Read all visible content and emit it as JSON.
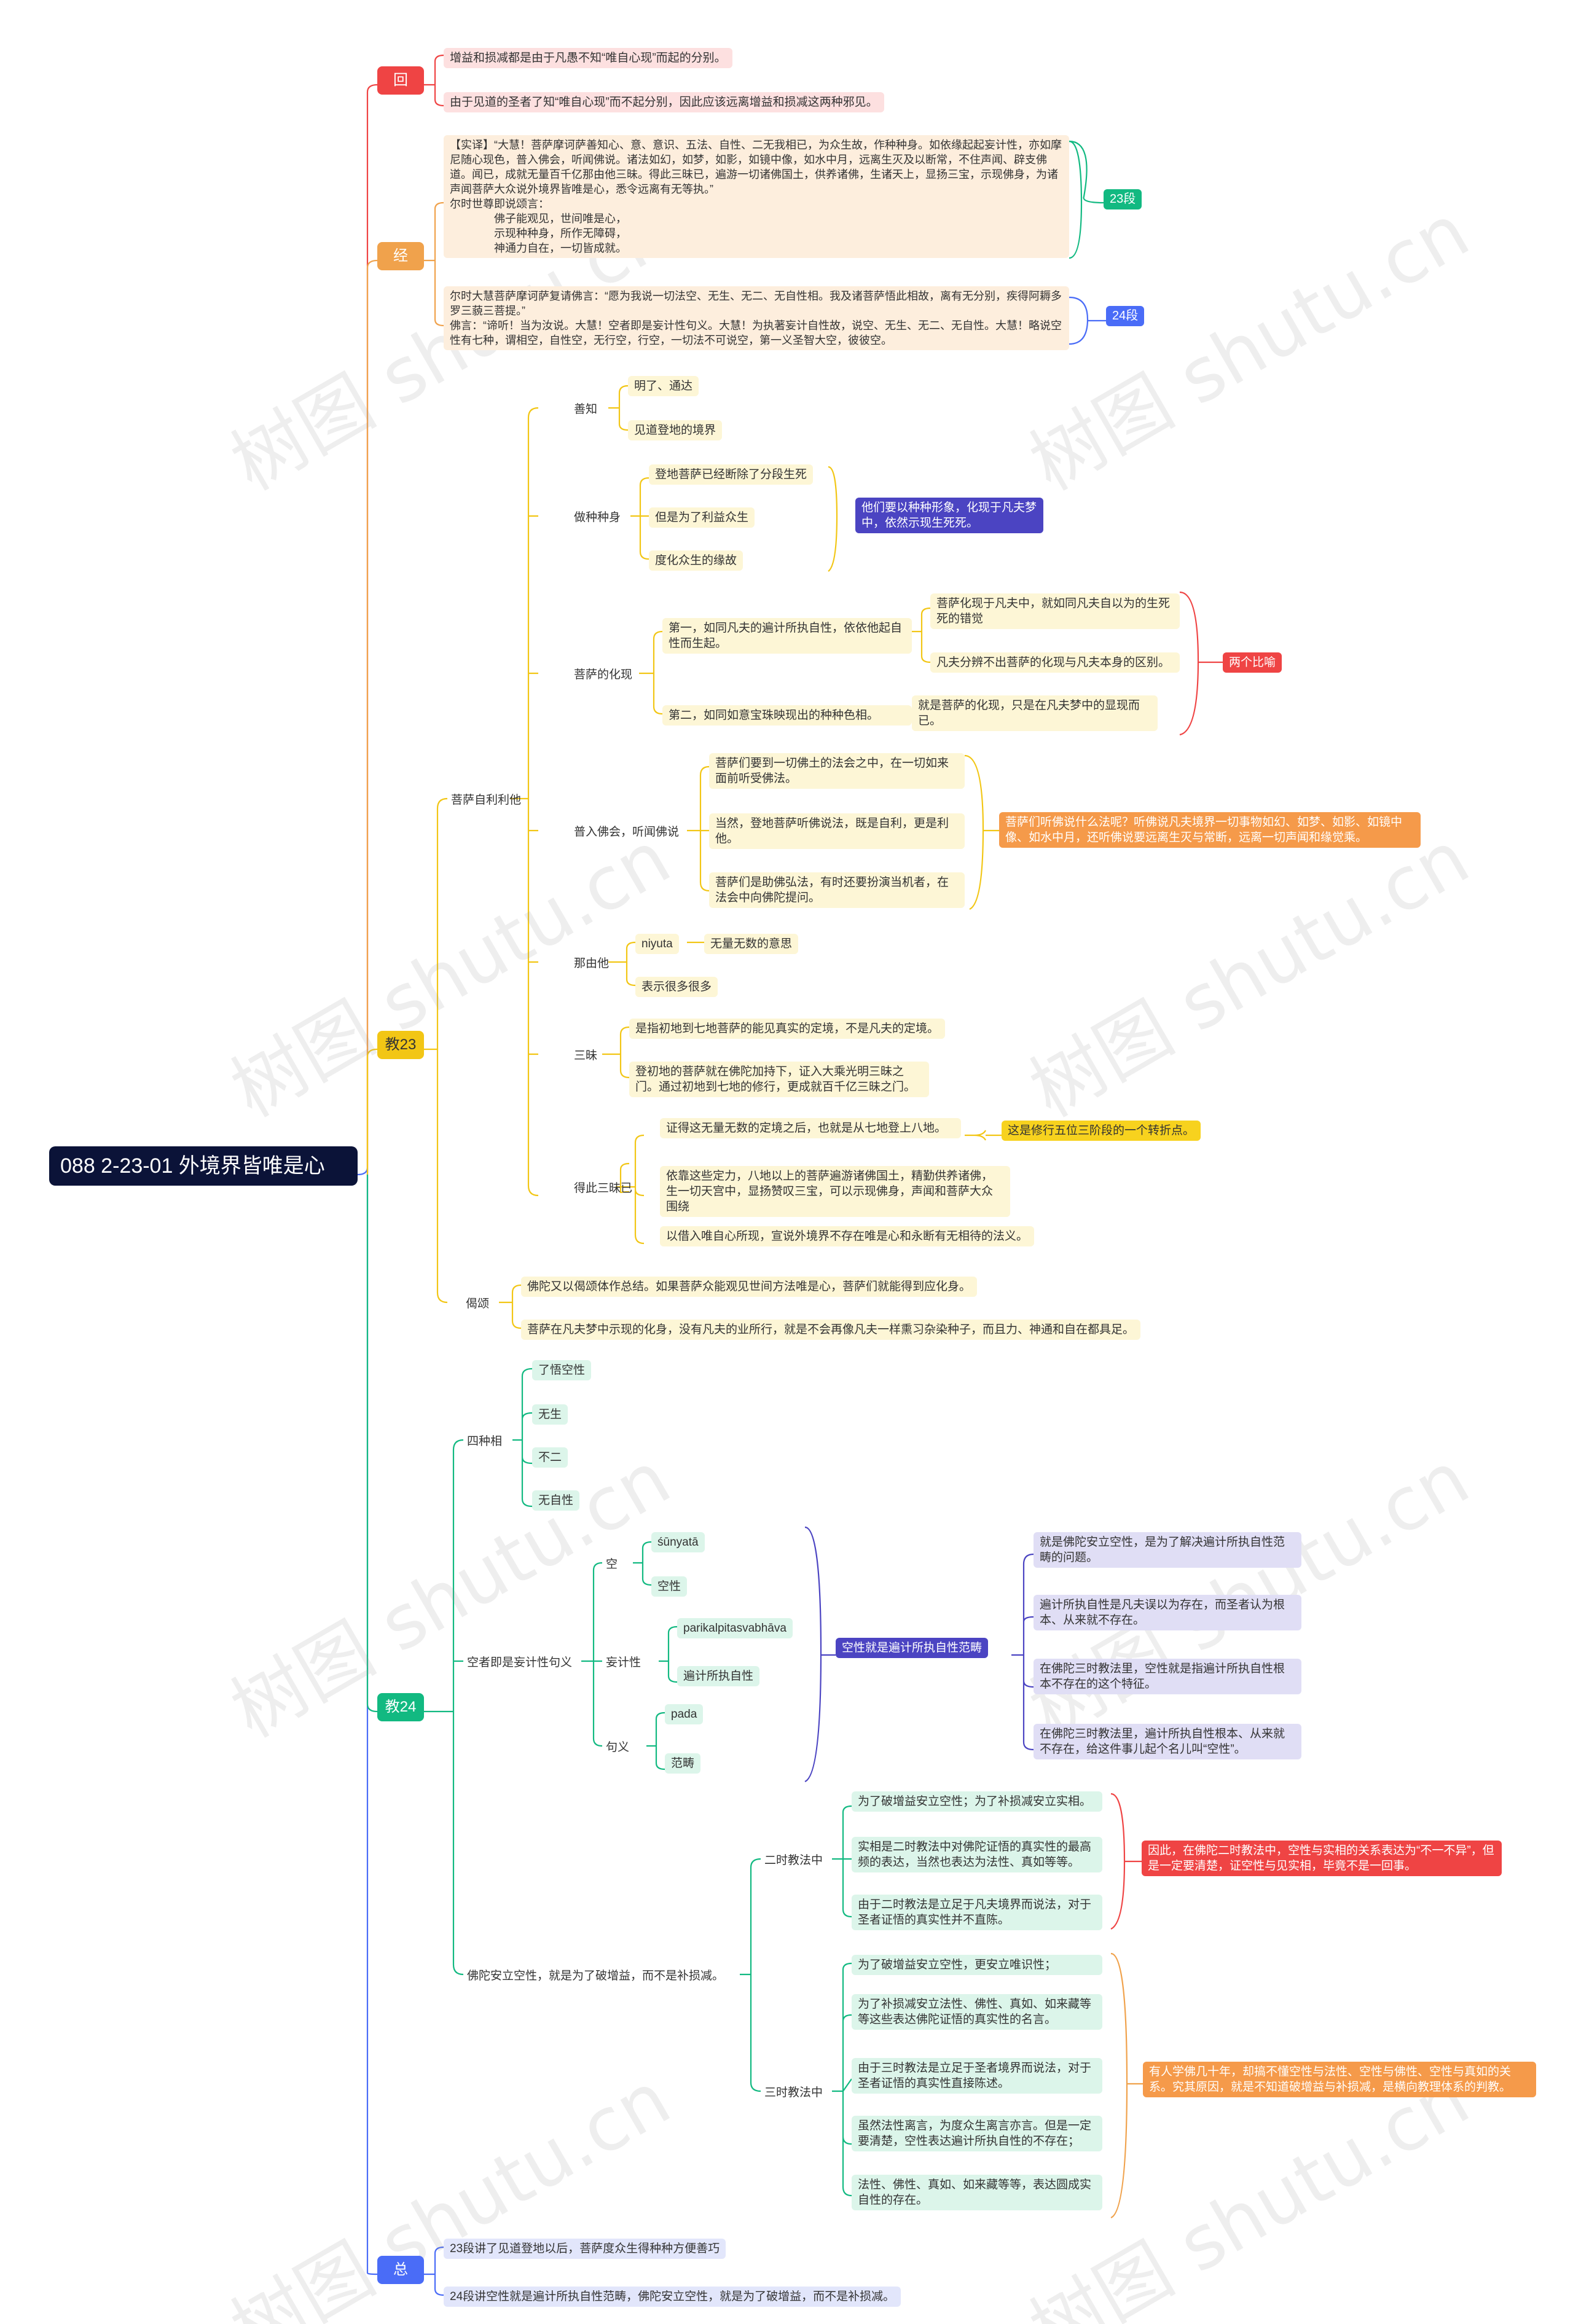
{
  "root": "088 2-23-01 外境界皆唯是心",
  "branches": {
    "hui": {
      "label": "回",
      "items": [
        "增益和损减都是由于凡愚不知“唯自心现”而起的分别。",
        "由于见道的圣者了知“唯自心现”而不起分别，因此应该远离增益和损减这两种邪见。"
      ]
    },
    "jing": {
      "label": "经",
      "p1": "【实译】“大慧！菩萨摩诃萨善知心、意、意识、五法、自性、二无我相已，为众生故，作种种身。如依缘起起妄计性，亦如摩尼随心现色，普入佛会，听闻佛说。诸法如幻，如梦，如影，如镜中像，如水中月，远离生灭及以断常，不住声闻、辟支佛道。闻已，成就无量百千亿那由他三昧。得此三昧已，遍游一切诸佛国土，供养诸佛，生诸天上，显扬三宝，示现佛身，为诸声闻菩萨大众说外境界皆唯是心，悉令远离有无等执。”\n尔时世尊即说颂言：\n　　　　佛子能观见，世间唯是心，\n　　　　示现种种身，所作无障碍，\n　　　　神通力自在，一切皆成就。",
      "tag1": "23段",
      "p2": "尔时大慧菩萨摩诃萨复请佛言：“愿为我说一切法空、无生、无二、无自性相。我及诸菩萨悟此相故，离有无分别，疾得阿耨多罗三藐三菩提。”\n佛言：“谛听！当为汝说。大慧！空者即是妄计性句义。大慧！为执著妄计自性故，说空、无生、无二、无自性。大慧！略说空性有七种，谓相空，自性空，无行空，行空，一切法不可说空，第一义圣智大空，彼彼空。",
      "tag2": "24段"
    },
    "jiao23": {
      "label": "教23",
      "a": "菩萨自利利他",
      "shanzhi": {
        "label": "善知",
        "items": [
          "明了、通达",
          "见道登地的境界"
        ]
      },
      "zuo": {
        "label": "做种种身",
        "items": [
          "登地菩萨已经断除了分段生死",
          "但是为了利益众生",
          "度化众生的缘故"
        ],
        "note": "他们要以种种形象，化现于凡夫梦中，依然示现生死死。"
      },
      "huahua": {
        "label": "菩萨的化现",
        "d1": "第一，如同凡夫的遍计所执自性，依依他起自性而生起。",
        "d1a": "菩萨化现于凡夫中，就如同凡夫自以为的生死死的错觉",
        "d1b": "凡夫分辨不出菩萨的化现与凡夫本身的区别。",
        "d2": "第二，如同如意宝珠映现出的种种色相。",
        "d2a": "就是菩萨的化现，只是在凡夫梦中的显现而已。",
        "note": "两个比喻"
      },
      "puru": {
        "label": "普入佛会，听闻佛说",
        "items": [
          "菩萨们要到一切佛土的法会之中，在一切如来面前听受佛法。",
          "当然，登地菩萨听佛说法，既是自利，更是利他。",
          "菩萨们是助佛弘法，有时还要扮演当机者，在法会中向佛陀提问。"
        ],
        "note": "菩萨们听佛说什么法呢？听佛说凡夫境界一切事物如幻、如梦、如影、如镜中像、如水中月，还听佛说要远离生灭与常断，远离一切声闻和缘觉乘。"
      },
      "nayou": {
        "label": "那由他",
        "n1": "niyuta",
        "n1a": "无量无数的意思",
        "n2": "表示很多很多"
      },
      "sanmei": {
        "label": "三昧",
        "items": [
          "是指初地到七地菩萨的能见真实的定境，不是凡夫的定境。",
          "登初地的菩萨就在佛陀加持下，证入大乘光明三昧之门。通过初地到七地的修行，更成就百千亿三昧之门。"
        ]
      },
      "de": {
        "label": "得此三昧已",
        "items": [
          "证得这无量无数的定境之后，也就是从七地登上八地。",
          "依靠这些定力，八地以上的菩萨遍游诸佛国土，精勤供养诸佛，生一切天宫中，显扬赞叹三宝，可以示现佛身，声闻和菩萨大众围绕",
          "以借入唯自心所现，宣说外境界不存在唯是心和永断有无相待的法义。"
        ],
        "note": "这是修行五位三阶段的一个转折点。"
      },
      "jisong": {
        "label": "偈颂",
        "items": [
          "佛陀又以偈颂体作总结。如果菩萨众能观见世间方法唯是心，菩萨们就能得到应化身。",
          "菩萨在凡夫梦中示现的化身，没有凡夫的业所行，就是不会再像凡夫一样熏习杂染种子，而且力、神通和自在都具足。"
        ]
      }
    },
    "jiao24": {
      "label": "教24",
      "sizhong": {
        "label": "四种相",
        "items": [
          "了悟空性",
          "无生",
          "不二",
          "无自性"
        ]
      },
      "kong": {
        "label": "空者即是妄计性句义",
        "k1": "空",
        "k1a": "śūnyatā",
        "k1b": "空性",
        "k2": "妄计性",
        "k2a": "parikalpitasvabhāva",
        "k2b": "遍计所执自性",
        "k3": "句义",
        "k3a": "pada",
        "k3b": "范畴",
        "mid": "空性就是遍计所执自性范畴",
        "r": [
          "就是佛陀安立空性，是为了解决遍计所执自性范畴的问题。",
          "遍计所执自性是凡夫误以为存在，而圣者认为根本、从来就不存在。",
          "在佛陀三时教法里，空性就是指遍计所执自性根本不存在的这个特征。",
          "在佛陀三时教法里，遍计所执自性根本、从来就不存在，给这件事儿起个名儿叫“空性”。"
        ]
      },
      "anli": {
        "label": "佛陀安立空性，就是为了破增益，而不是补损减。",
        "er": {
          "label": "二时教法中",
          "items": [
            "为了破增益安立空性；为了补损减安立实相。",
            "实相是二时教法中对佛陀证悟的真实性的最高频的表达，当然也表达为法性、真如等等。",
            "由于二时教法是立足于凡夫境界而说法，对于圣者证悟的真实性并不直陈。"
          ],
          "note": "因此，在佛陀二时教法中，空性与实相的关系表达为“不一不异”，但是一定要清楚，证空性与见实相，毕竟不是一回事。"
        },
        "san": {
          "label": "三时教法中",
          "items": [
            "为了破增益安立空性，更安立唯识性；",
            "为了补损减安立法性、佛性、真如、如来藏等等这些表达佛陀证悟的真实性的名言。",
            "由于三时教法是立足于圣者境界而说法，对于圣者证悟的真实性直接陈述。",
            "虽然法性离言，为度众生离言亦言。但是一定要清楚，空性表达遍计所执自性的不存在；",
            "法性、佛性、真如、如来藏等等，表达圆成实自性的存在。"
          ],
          "note": "有人学佛几十年，却搞不懂空性与法性、空性与佛性、空性与真如的关系。究其原因，就是不知道破增益与补损减，是横向教理体系的判教。"
        }
      }
    },
    "zong": {
      "label": "总",
      "items": [
        "23段讲了见道登地以后，菩萨度众生得种种方便善巧",
        "24段讲空性就是遍计所执自性范畴，佛陀安立空性，就是为了破增益，而不是补损减。"
      ]
    }
  },
  "watermark": "树图 shutu.cn",
  "colors": {
    "hui": "#ef4444",
    "jing": "#f0a24c",
    "jiao23": "#f2c615",
    "jiao24": "#12b981",
    "zong": "#4a6cf7",
    "root": "#0b1338",
    "note_blue": "#4b44c2",
    "note_red": "#ef4444",
    "note_orange": "#f59a4a",
    "note_yellow": "#f7d21e"
  }
}
